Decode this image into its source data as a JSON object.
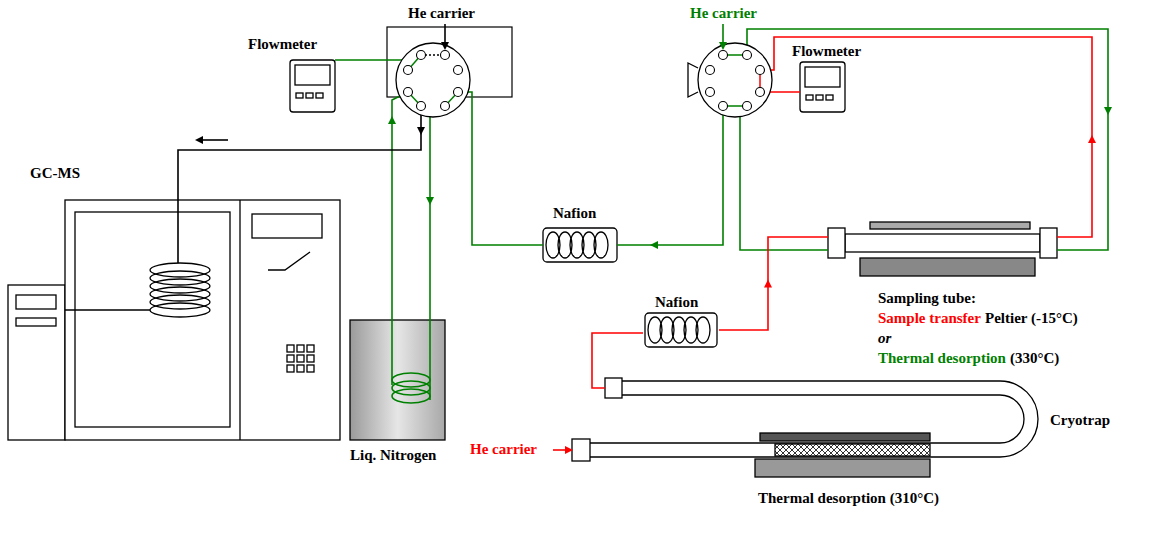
{
  "diagram": {
    "nodes": [
      {
        "text": [
          "Flowmeter"
        ]
      },
      {
        "text": [
          "GC-MS"
        ]
      },
      {
        "text": [
          "Liq. Nitrogen"
        ]
      },
      {
        "text": [
          "Nafion"
        ]
      },
      {
        "text": [
          "Flowmeter"
        ]
      },
      {
        "text": [
          "Sampling tube:",
          "Sample transfer",
          "Peltier (-15°C)",
          "or",
          "Thermal desorption",
          "(330°C)"
        ]
      },
      {
        "text": [
          "Nafion"
        ]
      },
      {
        "text": [
          "Cryotrap",
          "Thermal desorption (310°C)"
        ]
      }
    ],
    "edges": [
      {
        "from": 7,
        "to": 6,
        "arrow": "none"
      },
      {
        "from": 6,
        "to": 5,
        "arrow": "to"
      }
    ],
    "labels": [
      "He carrier",
      "He carrier",
      "He carrier"
    ]
  }
}
